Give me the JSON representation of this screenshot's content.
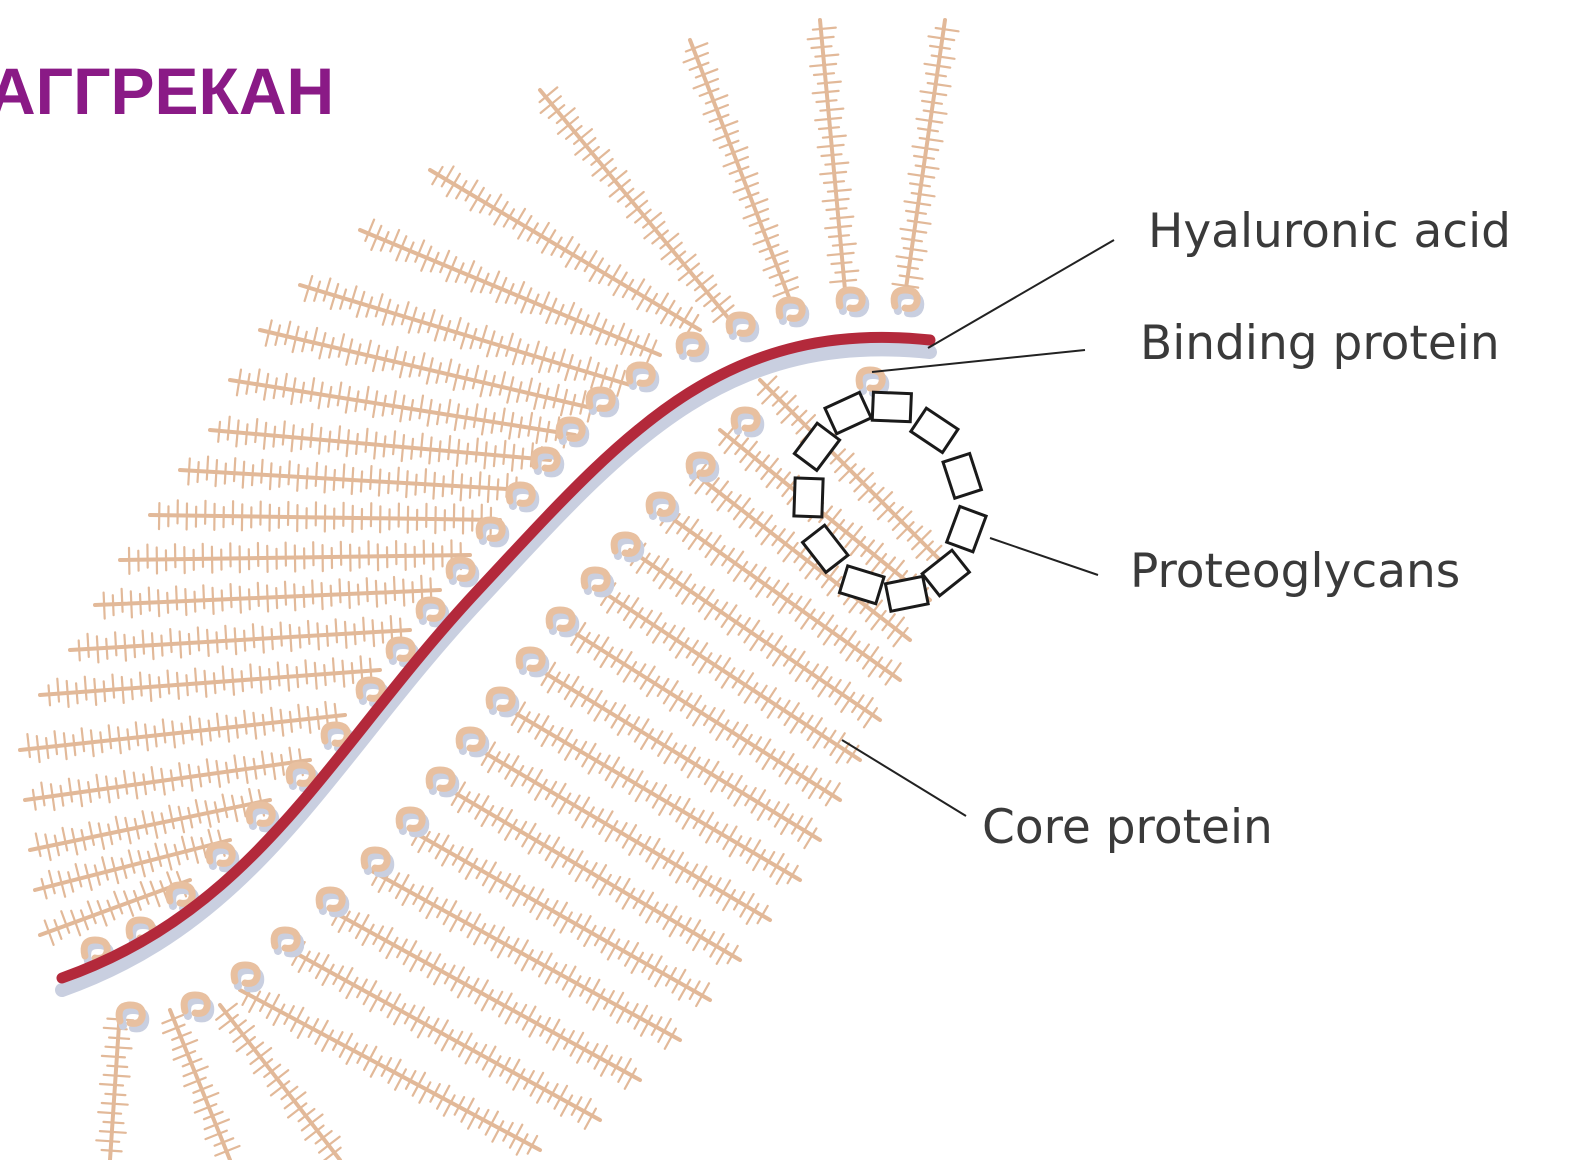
{
  "title": "АГГРЕКАН",
  "labels": {
    "hyaluronic_acid": "Hyaluronic acid",
    "binding_protein": "Binding protein",
    "proteoglycans": "Proteoglycans",
    "core_protein": "Core protein"
  },
  "colors": {
    "title": "#8a1a86",
    "hyaluronic_backbone": "#b3293b",
    "backbone_shadow": "#c9cfe0",
    "glycan_chains": "#e2b999",
    "link_protein": "#e8c0a0",
    "leader_lines": "#222222"
  }
}
